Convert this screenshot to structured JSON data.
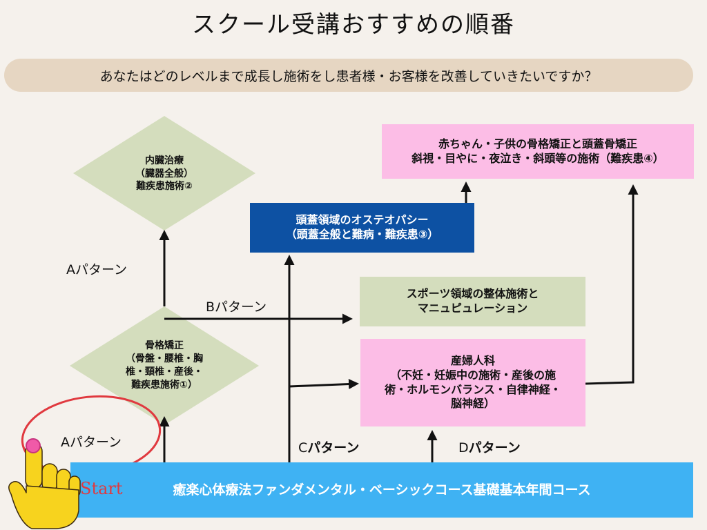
{
  "title": "スクール受講おすすめの順番",
  "question": "あなたはどのレベルまで成長し施術をし患者様・お客様を改善していきたいですか？",
  "nodes": {
    "visceral": {
      "line1": "内臓治療",
      "line2": "（臓器全般）",
      "line3": "難疾患施術②"
    },
    "skeletal": {
      "line1": "骨格矯正",
      "line2": "（骨盤・腰椎・胸",
      "line3": "椎・頸椎・産後・",
      "line4": "難疾患施術①）"
    },
    "cranial": {
      "line1": "頭蓋領域のオステオパシー",
      "line2": "（頭蓋全般と難病・難疾患③）"
    },
    "baby": {
      "line1": "赤ちゃん・子供の骨格矯正と頭蓋骨矯正",
      "line2": "斜視・目やに・夜泣き・斜頭等の施術（難疾患④）"
    },
    "sports": {
      "line1": "スポーツ領域の整体施術と",
      "line2": "マニュピュレーション"
    },
    "obgyn": {
      "line1": "産婦人科",
      "line2": "（不妊・妊娠中の施術・産後の施",
      "line3": "術・ホルモンバランス・自律神経・",
      "line4": "脳神経）"
    },
    "base": {
      "text": "癒楽心体療法ファンダメンタル・ベーシックコース基礎基本年間コース"
    }
  },
  "labels": {
    "a_upper": "Aパターン",
    "a_lower": "Aパターン",
    "b": "Bパターン",
    "c_prefix": "C",
    "c_suffix": "パターン",
    "d_prefix": "D",
    "d_suffix": "パターン",
    "start": "Start"
  },
  "colors": {
    "pink": "#fcbde6",
    "green": "#d4ddbd",
    "navy": "#0d51a3",
    "blue": "#3fb2f3",
    "question_bg": "#e6d6c2",
    "circle": "#e0393f",
    "hand": "#f7d31e"
  },
  "icons": {
    "pointer": "pointing-hand-icon",
    "annotation": "red-circle-annotation"
  }
}
